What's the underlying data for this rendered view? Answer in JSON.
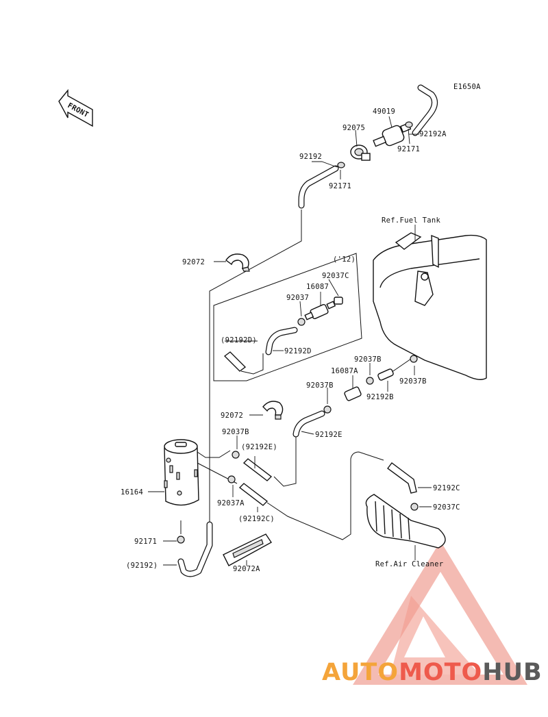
{
  "diagram": {
    "code": "E1650A",
    "front_label": "FRONT",
    "year_note": "('12)",
    "ref_fuel_tank": "Ref.Fuel Tank",
    "ref_air_cleaner": "Ref.Air Cleaner",
    "parts": {
      "p49019": "49019",
      "p92075": "92075",
      "p92192A": "92192A",
      "p92171_top": "92171",
      "p92192_top": "92192",
      "p92171_mid": "92171",
      "p92072_top": "92072",
      "p92037C": "92037C",
      "p16087": "16087",
      "p92037": "92037",
      "p92192D_paren": "(92192D)",
      "p92192D": "92192D",
      "p92037B_r1": "92037B",
      "p16087A": "16087A",
      "p92037B_r2": "92037B",
      "p92037B_mid": "92037B",
      "p92192B": "92192B",
      "p92072_mid": "92072",
      "p92192E": "92192E",
      "p92037B_left": "92037B",
      "p92192E_paren": "(92192E)",
      "p16164": "16164",
      "p92037A": "92037A",
      "p92192C_paren": "(92192C)",
      "p92192C": "92192C",
      "p92037C_r": "92037C",
      "p92171_bot": "92171",
      "p92192_paren": "(92192)",
      "p92072A": "92072A"
    }
  },
  "watermark": {
    "part1": "AUTO",
    "part2": "MOTO",
    "part3": "HUB",
    "colors": {
      "orange": "#f4a43a",
      "red": "#ee5a4c",
      "gray": "#5a5a5a"
    }
  }
}
